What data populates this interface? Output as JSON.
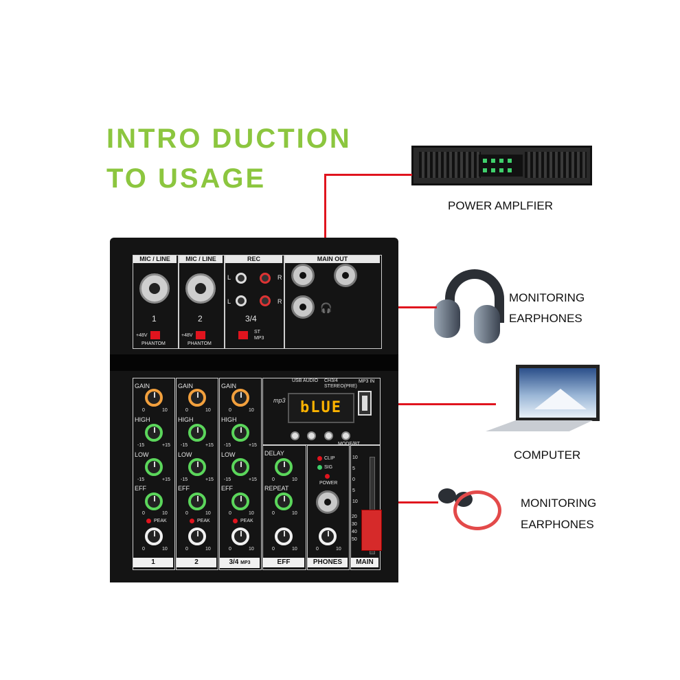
{
  "headline": {
    "line1": "INTRO DUCTION",
    "line2": "TO USAGE"
  },
  "devices": {
    "amplifier": "POWER AMPLFIER",
    "headphones_l1": "MONITORING",
    "headphones_l2": "EARPHONES",
    "computer": "COMPUTER",
    "earbuds_l1": "MONITORING",
    "earbuds_l2": "EARPHONES"
  },
  "mixer": {
    "top": {
      "mic_line_1": "MIC / LINE",
      "mic_line_2": "MIC / LINE",
      "rec": "REC",
      "main_out": "MAIN OUT",
      "ch1": "1",
      "ch2": "2",
      "ch34": "3/4",
      "phantom_v1": "+48V",
      "phantom_v2": "+48V",
      "phantom1": "PHANTOM",
      "phantom2": "PHANTOM",
      "l1": "L",
      "r1": "R",
      "l2": "L",
      "r2": "R",
      "st": "ST",
      "mp3": "MP3"
    },
    "channel_labels": {
      "gain": "GAIN",
      "high": "HIGH",
      "low": "LOW",
      "eff": "EFF",
      "peak": "PEAK",
      "zero": "0",
      "ten": "10",
      "minus15": "-15",
      "plus15": "+15"
    },
    "footer": {
      "ch1": "1",
      "ch2": "2",
      "ch34": "3/4",
      "mp3": "MP3",
      "eff": "EFF",
      "phones": "PHONES",
      "main": "MAIN"
    },
    "eff_section": {
      "delay": "DELAY",
      "repeat": "REPEAT"
    },
    "player": {
      "display": "bLUE",
      "usb_audio": "USB AUDIO",
      "ch34": "CH3/4",
      "stereo_pre": "STEREO(PRE)",
      "mp3_logo": "mp3",
      "mp3_in": "MP3 IN",
      "mode_bt": "MODE/BT",
      "power": "POWER",
      "clip": "CLIP",
      "sig": "SIG"
    },
    "meter_scale": [
      "10",
      "5",
      "0",
      "5",
      "10",
      "20",
      "30",
      "40",
      "50"
    ],
    "colors": {
      "gain_knob": "#f2a03d",
      "eq_knob": "#5bd65b",
      "level_knob": "#f0f0f0",
      "wire": "#e0141e",
      "display": "#ffb300"
    }
  }
}
